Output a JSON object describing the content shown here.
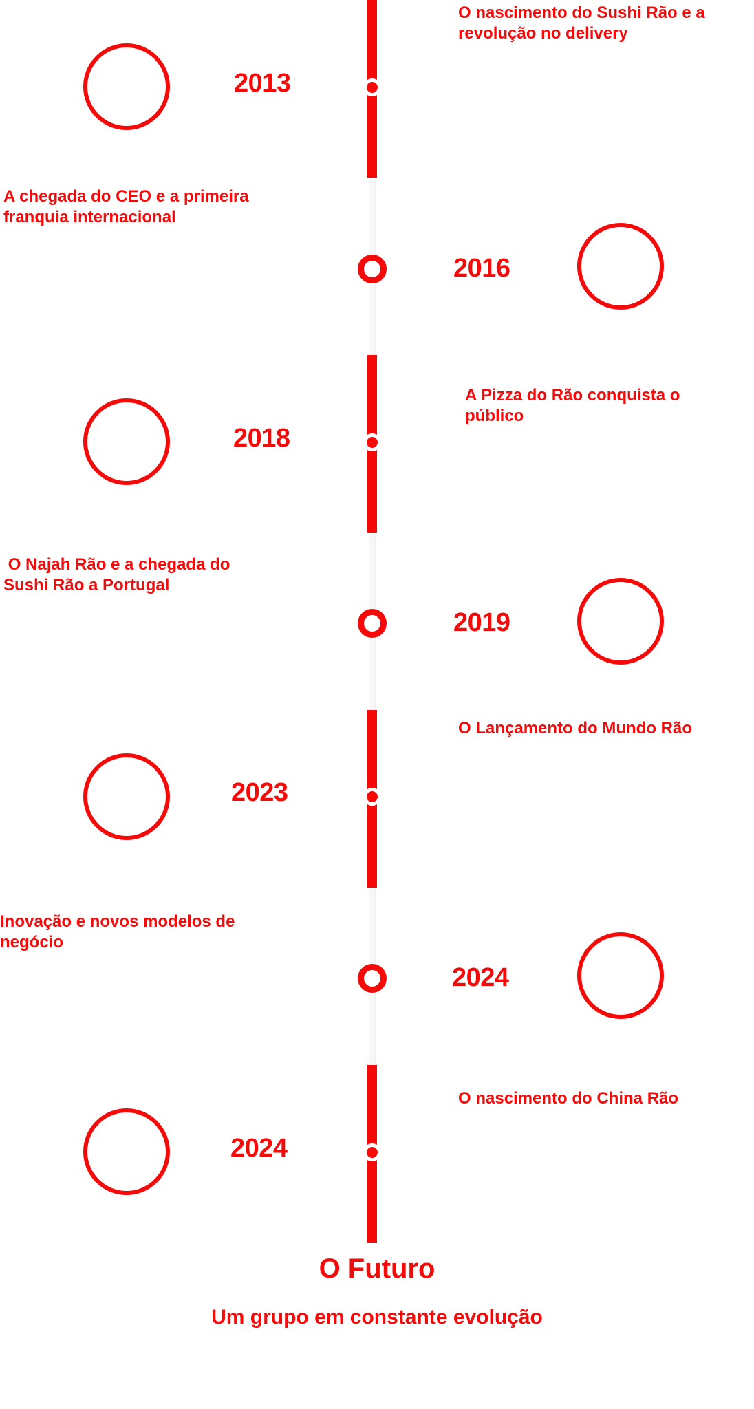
{
  "accent_color": "#f50a0a",
  "timeline": [
    {
      "year": "2013",
      "caption": "O nascimento do Sushi Rão e a revolução no delivery",
      "marker": "filled",
      "year_side": "left"
    },
    {
      "year": "2016",
      "caption": "A chegada do CEO e a primeira franquia internacional",
      "marker": "ring",
      "year_side": "right"
    },
    {
      "year": "2018",
      "caption": "A Pizza do Rão conquista o público",
      "marker": "filled",
      "year_side": "left"
    },
    {
      "year": "2019",
      "caption": " O Najah Rão e a chegada do Sushi Rão a Portugal",
      "marker": "ring",
      "year_side": "right"
    },
    {
      "year": "2023",
      "caption": "O Lançamento do Mundo Rão",
      "marker": "filled",
      "year_side": "left"
    },
    {
      "year": "2024",
      "caption": "Inovação e novos modelos de negócio",
      "marker": "ring",
      "year_side": "right"
    },
    {
      "year": "2024",
      "caption": "O nascimento do China Rão",
      "marker": "filled",
      "year_side": "left"
    }
  ],
  "future": {
    "title": "O Futuro",
    "subtitle": "Um grupo em constante evolução"
  }
}
